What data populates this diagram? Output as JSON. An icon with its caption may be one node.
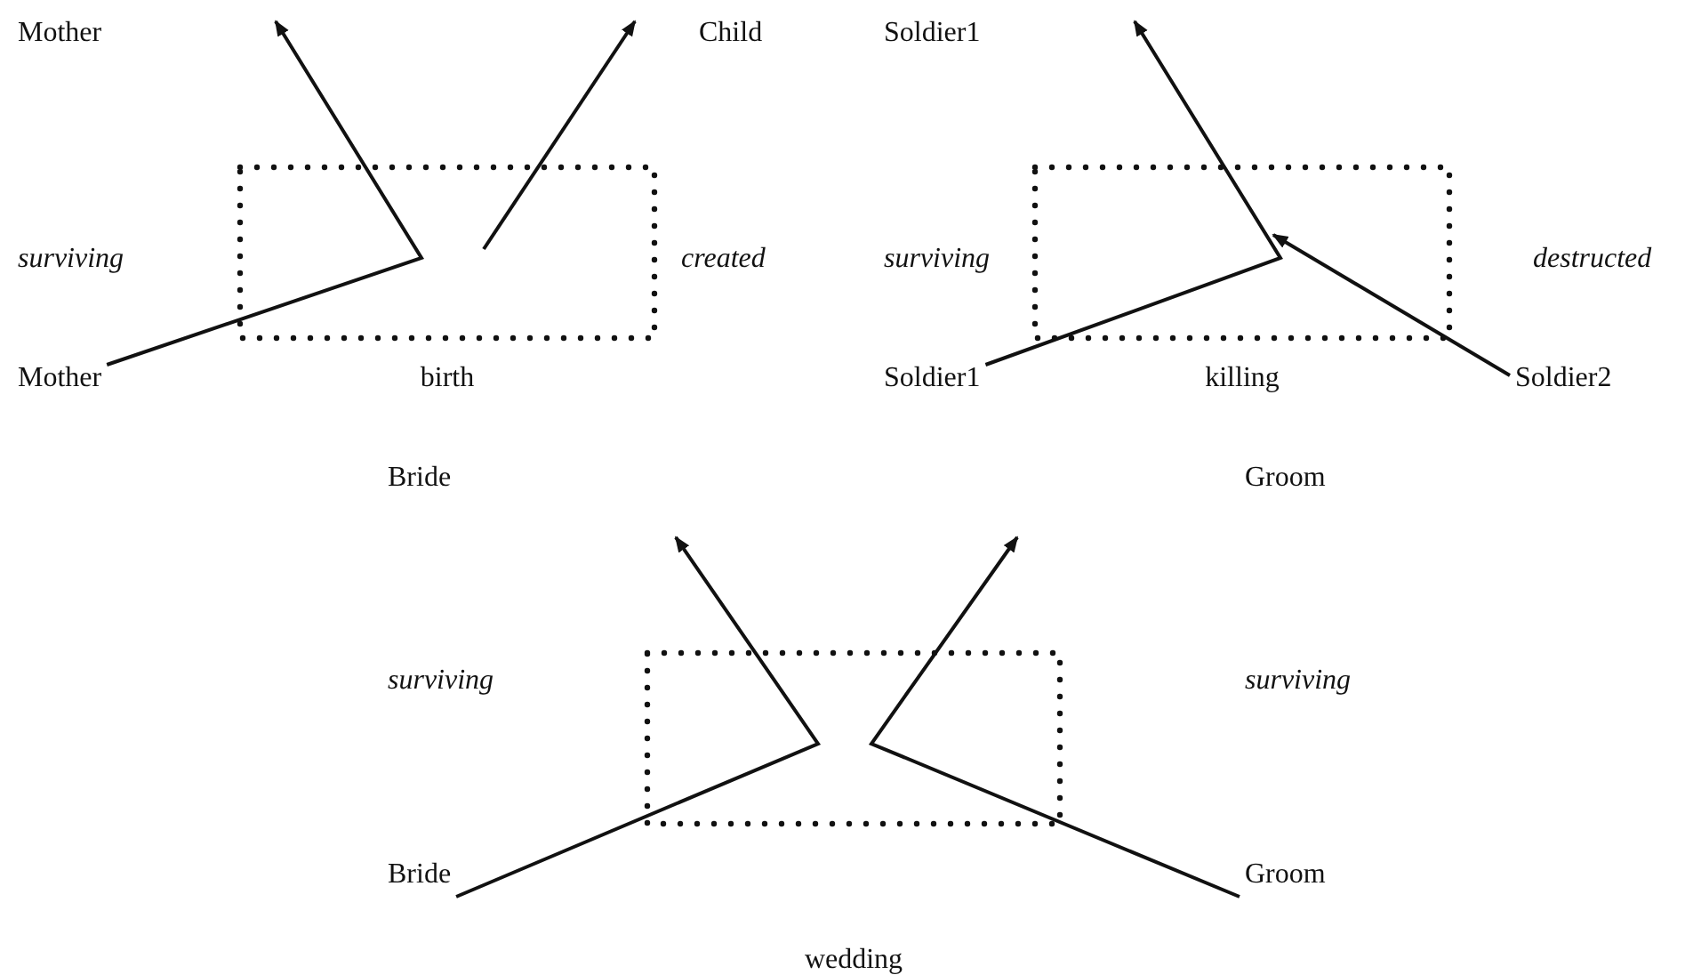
{
  "diagram": {
    "nodes": [
      {
        "text": [
          "birth"
        ]
      },
      {
        "text": [
          "Mother"
        ]
      },
      {
        "text": [
          "killing"
        ]
      },
      {
        "text": [
          "Soldier1"
        ]
      },
      {
        "text": [
          "Soldier2"
        ]
      },
      {
        "text": [
          "wedding"
        ]
      },
      {
        "text": [
          "Bride"
        ]
      },
      {
        "text": [
          "Groom"
        ]
      }
    ],
    "edges": [
      {
        "from": 1,
        "to": null,
        "arrow": "to"
      },
      {
        "from": 0,
        "to": null,
        "arrow": "to"
      },
      {
        "from": 3,
        "to": null,
        "arrow": "to"
      },
      {
        "from": 4,
        "to": 2,
        "arrow": "to"
      },
      {
        "from": 6,
        "to": null,
        "arrow": "to"
      },
      {
        "from": 7,
        "to": null,
        "arrow": "to"
      }
    ],
    "labels": [
      "Mother",
      "Child",
      "Soldier1",
      "surviving",
      "created",
      "surviving",
      "destructed",
      "Bride",
      "Groom",
      "surviving",
      "surviving"
    ]
  }
}
